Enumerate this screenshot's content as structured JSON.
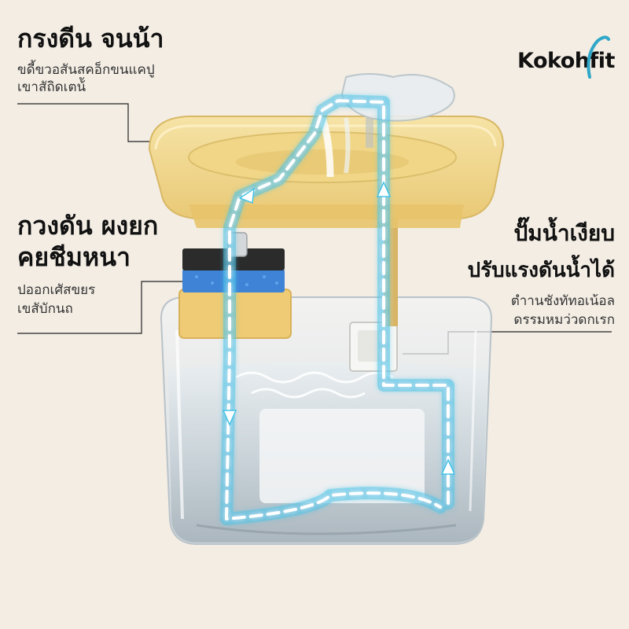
{
  "brand": {
    "name": "Kokohfit"
  },
  "callouts": {
    "lid": {
      "title": "กรงดีน จนน้า",
      "desc_line1": "ขดี้ขวอสันสคอ็กขนแคปู",
      "desc_line2": "เขาสัถิดเตน้ั"
    },
    "filter": {
      "title_line1": "กวงดัน ผงยก",
      "title_line2": "คยชีมหนา",
      "desc_line1": "ปออกเศัสขยร",
      "desc_line2": "เขสับักนถ"
    },
    "pump": {
      "title_line1": "ปั๊มน้ำเงียบ",
      "title_line2": "ปรับแรงดันน้ำได้",
      "desc_line1": "ตำานชังทัทอเน้อล",
      "desc_line2": "ดรรมหมว่วดกเรก"
    }
  },
  "colors": {
    "background": "#f3ede4",
    "lid_yellow": "#f0d58a",
    "flow_blue": "#45c3e6",
    "water": "#dfe7ec",
    "filter_blue": "#3a7fd0",
    "filter_black": "#2a2a2a"
  },
  "icons": [
    "water-flow-arrow-icon",
    "brand-logo-icon"
  ]
}
